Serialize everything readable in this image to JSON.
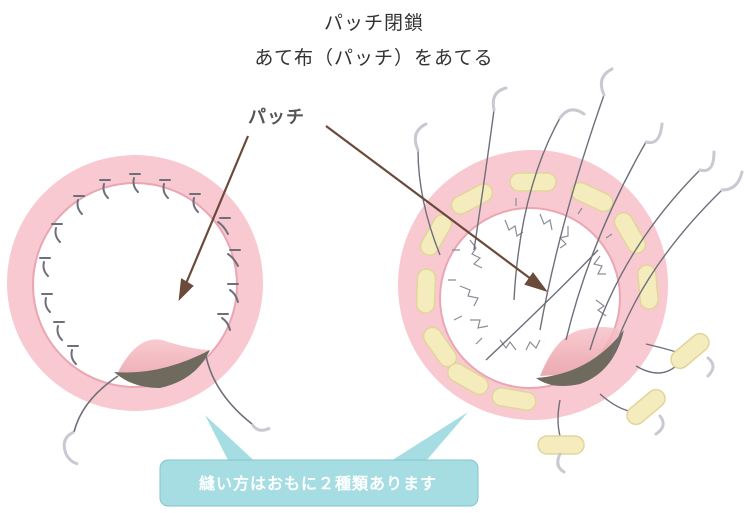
{
  "title": "パッチ閉鎖",
  "subtitle": "あて布（パッチ）をあてる",
  "patch_label": "パッチ",
  "callout": "縫い方はおもに２種類あります",
  "colors": {
    "ring": "#f9c9d1",
    "ring_edge": "#eaa6b3",
    "patch": "#6e6a5e",
    "patch_shadow": "#e8a8b0",
    "arrow": "#6b4a3a",
    "suture": "#6f6f7a",
    "pledget": "#f5ecbe",
    "callout": "#a6dde3",
    "callout_edge": "#7fc6cd"
  }
}
